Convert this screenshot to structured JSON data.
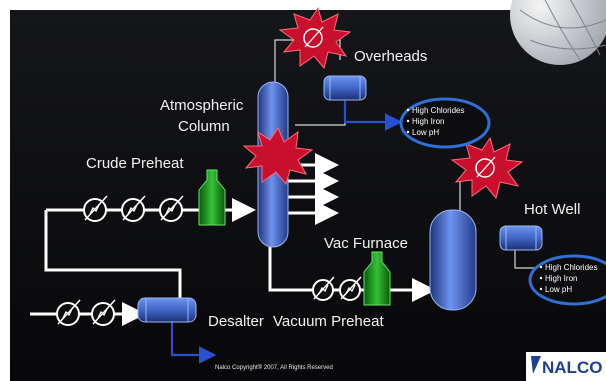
{
  "labels": {
    "overheads": "Overheads",
    "atmospheric_column_line1": "Atmospheric",
    "atmospheric_column_line2": "Column",
    "crude_preheat": "Crude Preheat",
    "hot_well": "Hot Well",
    "vac_furnace": "Vac Furnace",
    "desalter": "Desalter",
    "vacuum_preheat": "Vacuum Preheat"
  },
  "callouts": {
    "overheads": [
      "High Chlorides",
      "High Iron",
      "Low pH"
    ],
    "hot_well": [
      "High Chlorides",
      "High Iron",
      "Low pH"
    ]
  },
  "footer": {
    "copyright": "Nalco Copyright® 2007, All Rights Reserved",
    "brand": "NALCO"
  },
  "colors": {
    "background": "#0d0d10",
    "vessel": "#3f66c8",
    "furnace": "#1a8c1a",
    "burst": "#c8102e",
    "callout_ring": "#2f6fd6",
    "drain_line": "#2a4fd0"
  }
}
